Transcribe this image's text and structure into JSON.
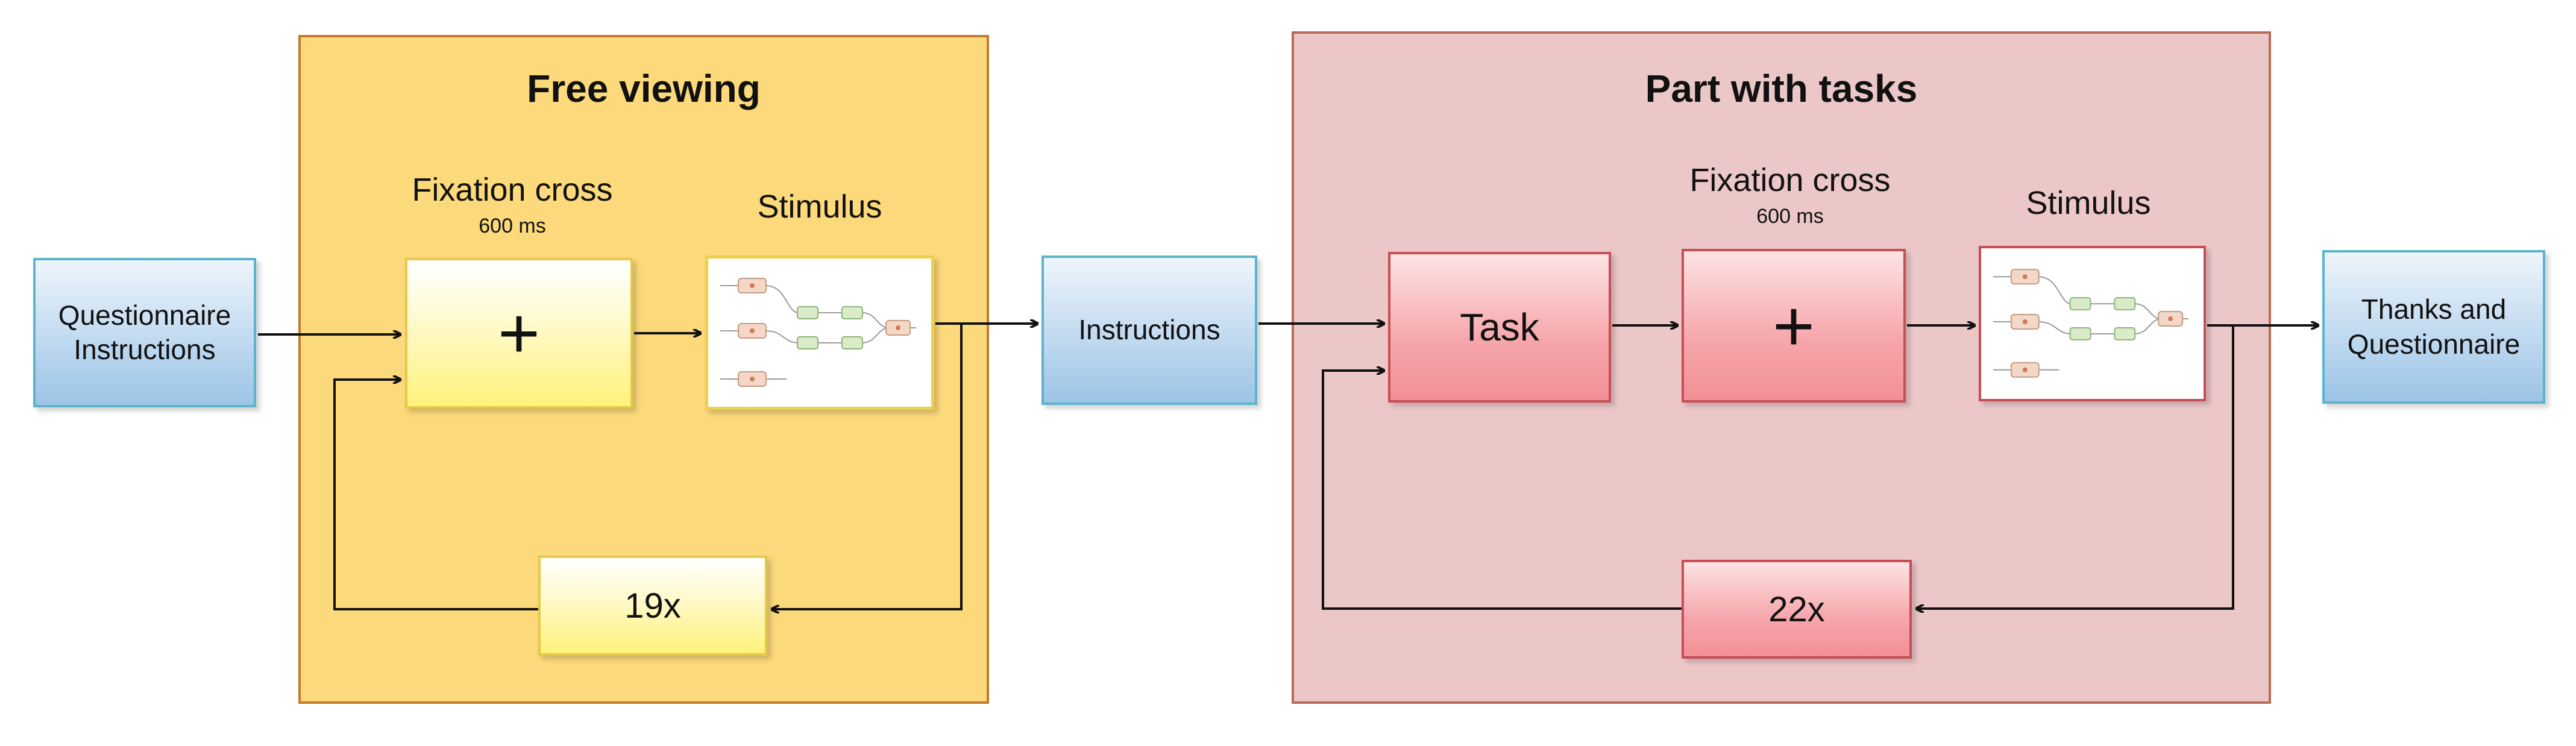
{
  "start_box": {
    "label": "Questionnaire\nInstructions"
  },
  "free_viewing": {
    "title": "Free viewing",
    "fixation_label": "Fixation cross",
    "fixation_duration": "600 ms",
    "fixation_symbol": "+",
    "stimulus_label": "Stimulus",
    "repeat_label": "19x"
  },
  "middle_box": {
    "label": "Instructions"
  },
  "task_part": {
    "title": "Part with tasks",
    "task_label": "Task",
    "fixation_label": "Fixation cross",
    "fixation_duration": "600 ms",
    "fixation_symbol": "+",
    "stimulus_label": "Stimulus",
    "repeat_label": "22x"
  },
  "end_box": {
    "label": "Thanks and\nQuestionnaire"
  },
  "colors": {
    "free_viewing_panel": "#fcd97a",
    "task_panel": "#ecc7c8",
    "blue_box": "#9cc4e7",
    "yellow_box": "#fff27a",
    "red_box": "#f29097"
  }
}
